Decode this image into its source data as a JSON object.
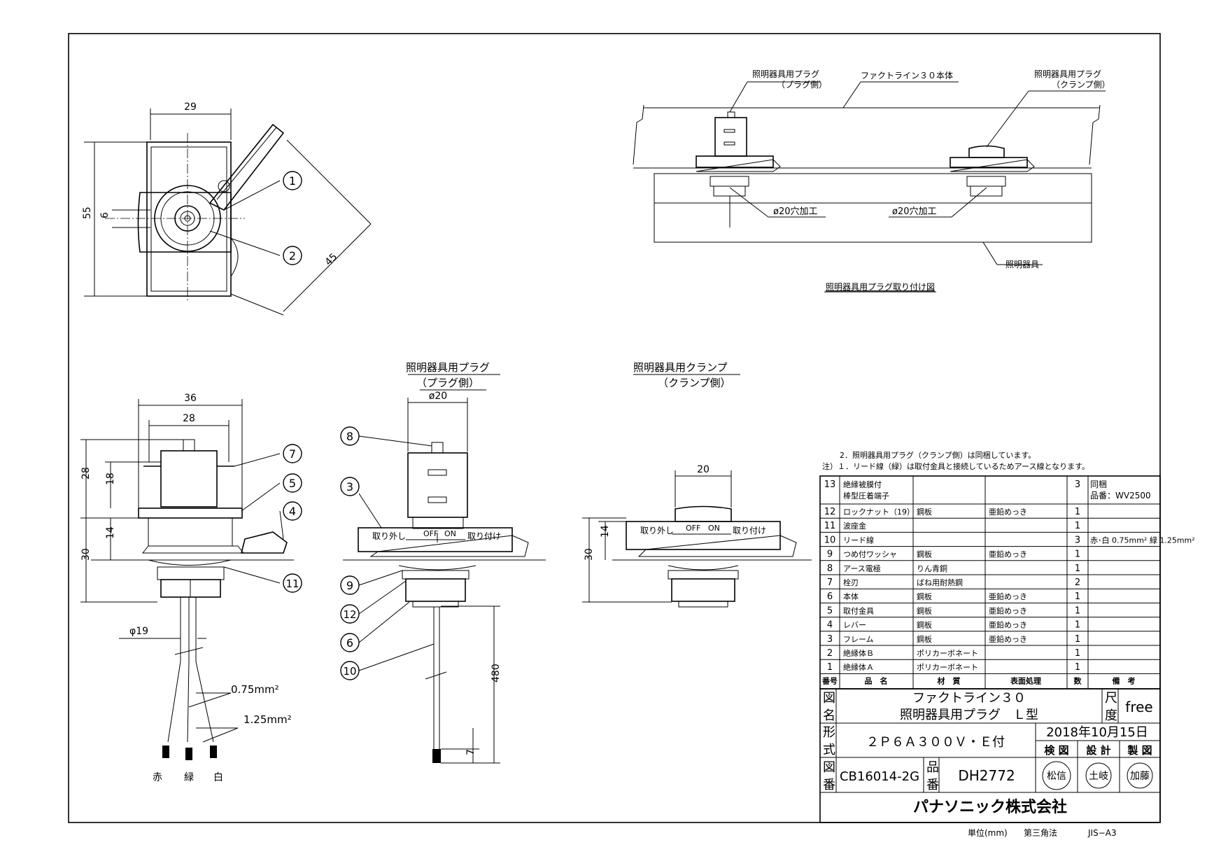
{
  "notes": {
    "note2": "2．照明器具用プラグ（クランプ側）は同梱しています。",
    "note1": "注）１．リード線（緑）は取付金具と接続しているためアース線となります。"
  },
  "install_diagram": {
    "plug_side_label_1": "照明器具用プラグ",
    "plug_side_label_2": "（プラグ側）",
    "body_label": "ファクトライン３０本体",
    "clamp_side_label_1": "照明器具用プラグ",
    "clamp_side_label_2": "（クランプ側）",
    "hole_label_1": "ø20穴加工",
    "hole_label_2": "ø20穴加工",
    "fixture_label": "照明器具",
    "caption": "照明器具用プラグ取り付け図"
  },
  "plug_view_title_1": "照明器具用プラグ",
  "plug_view_title_2": "（プラグ側）",
  "clamp_view_title_1": "照明器具用クランプ",
  "clamp_view_title_2": "（クランプ側）",
  "switch": {
    "remove": "取り外し",
    "off": "OFF",
    "on": "ON",
    "attach": "取り付け"
  },
  "dims": {
    "top_29": "29",
    "top_55": "55",
    "top_6": "6",
    "top_45": "45",
    "front_36": "36",
    "front_28": "28",
    "front_28v": "28",
    "front_18": "18",
    "front_14": "14",
    "front_30": "30",
    "front_phi19": "φ19",
    "wire_075": "0.75mm²",
    "wire_125": "1.25mm²",
    "plug_phi20": "ø20",
    "plug_480": "480",
    "plug_7": "7",
    "clamp_20": "20",
    "clamp_14": "14",
    "clamp_30": "30"
  },
  "wire_colors": {
    "red": "赤",
    "green": "緑",
    "white": "白"
  },
  "balloons": [
    "1",
    "2",
    "3",
    "4",
    "5",
    "6",
    "7",
    "8",
    "9",
    "10",
    "11",
    "12"
  ],
  "parts_table": {
    "header": {
      "no": "番号",
      "name": "品　名",
      "material": "材　質",
      "finish": "表面処理",
      "qty": "数",
      "remarks": "備　考"
    },
    "rows": [
      {
        "no": "13",
        "name": "絶縁被膜付",
        "name2": "棒型圧着端子",
        "material": "",
        "finish": "",
        "qty": "3",
        "remarks": "同梱",
        "remarks2": "品番：WV2500"
      },
      {
        "no": "12",
        "name": "ロックナット（19）",
        "material": "鋼板",
        "finish": "亜鉛めっき",
        "qty": "1",
        "remarks": ""
      },
      {
        "no": "11",
        "name": "波座金",
        "material": "",
        "finish": "",
        "qty": "1",
        "remarks": ""
      },
      {
        "no": "10",
        "name": "リード線",
        "material": "",
        "finish": "",
        "qty": "3",
        "remarks": "赤･白 0.75mm² 緑 1.25mm²"
      },
      {
        "no": "9",
        "name": "つめ付ワッシャ",
        "material": "鋼板",
        "finish": "亜鉛めっき",
        "qty": "1",
        "remarks": ""
      },
      {
        "no": "8",
        "name": "アース電極",
        "material": "りん青銅",
        "finish": "",
        "qty": "1",
        "remarks": ""
      },
      {
        "no": "7",
        "name": "栓刃",
        "material": "ばね用耐熱鋼",
        "finish": "",
        "qty": "2",
        "remarks": ""
      },
      {
        "no": "6",
        "name": "本体",
        "material": "鋼板",
        "finish": "亜鉛めっき",
        "qty": "1",
        "remarks": ""
      },
      {
        "no": "5",
        "name": "取付金具",
        "material": "鋼板",
        "finish": "亜鉛めっき",
        "qty": "1",
        "remarks": ""
      },
      {
        "no": "4",
        "name": "レバー",
        "material": "鋼板",
        "finish": "亜鉛めっき",
        "qty": "1",
        "remarks": ""
      },
      {
        "no": "3",
        "name": "フレーム",
        "material": "鋼板",
        "finish": "亜鉛めっき",
        "qty": "1",
        "remarks": ""
      },
      {
        "no": "2",
        "name": "絶縁体Ｂ",
        "material": "ポリカーボネート",
        "finish": "",
        "qty": "1",
        "remarks": ""
      },
      {
        "no": "1",
        "name": "絶縁体Ａ",
        "material": "ポリカーボネート",
        "finish": "",
        "qty": "1",
        "remarks": ""
      }
    ]
  },
  "title_block": {
    "zu": "図",
    "mei": "名",
    "title_line1": "ファクトライン３０",
    "title_line2": "照明器具用プラグ　Ｌ型",
    "shaku": "尺",
    "do": "度",
    "scale": "free",
    "kei": "形",
    "shiki": "式",
    "model": "２Ｐ６Ａ３００Ｖ・Ｅ付",
    "date": "2018年10月15日",
    "kenzu": "検 図",
    "sekkei": "設 計",
    "seizu": "製 図",
    "zu2": "図",
    "ban": "番",
    "drawing_no": "CB16014-2G",
    "hin": "品",
    "ban2": "番",
    "product_no": "DH2772",
    "stamp1": "松信",
    "stamp2": "土岐",
    "stamp3": "加藤",
    "company": "パナソニック株式会社"
  },
  "footer": {
    "unit": "単位(mm)",
    "projection": "第三角法",
    "paper": "JIS−A3"
  }
}
